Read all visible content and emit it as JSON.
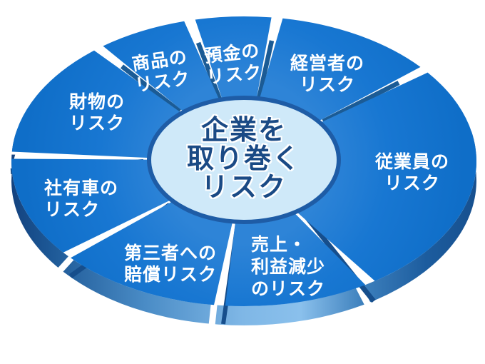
{
  "diagram": {
    "center_title": {
      "lines": [
        "企業を",
        "取り巻く",
        "リスク"
      ]
    },
    "segments": [
      {
        "label_lines": [
          "預金の",
          "リスク"
        ]
      },
      {
        "label_lines": [
          "経営者の",
          "リスク"
        ]
      },
      {
        "label_lines": [
          "従業員の",
          "リスク"
        ]
      },
      {
        "label_lines": [
          "売上・",
          "利益減少",
          "のリスク"
        ]
      },
      {
        "label_lines": [
          "第三者への",
          "賠償リスク"
        ]
      },
      {
        "label_lines": [
          "社有車の",
          "リスク"
        ]
      },
      {
        "label_lines": [
          "財物の",
          "リスク"
        ]
      },
      {
        "label_lines": [
          "商品の",
          "リスク"
        ]
      }
    ],
    "colors": {
      "segment_blue": "#1373D0",
      "segment_blue_light": "#2E82D6",
      "depth_dark_navy": "#113C78",
      "depth_light": "#85BCE9",
      "divider_dark": "#1B5B95",
      "center_fill": "#CFE9F9",
      "center_ring": "#1E5CA6",
      "title_text": "#1A4A85",
      "label_text": "#FFFFFF",
      "background": "#FFFFFF"
    }
  }
}
